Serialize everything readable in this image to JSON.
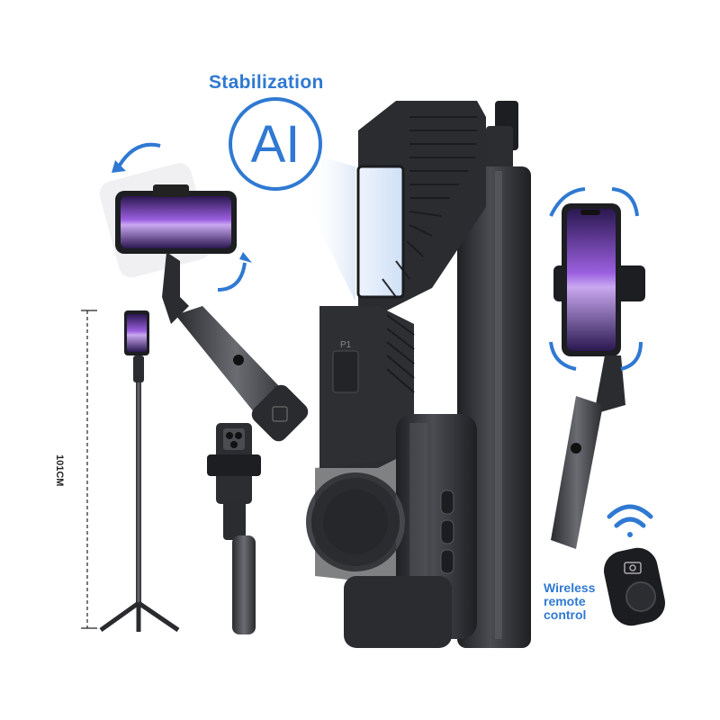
{
  "labels": {
    "stabilization": "Stabilization",
    "ai": "AI",
    "height": "101CM",
    "remote_line1": "Wireless",
    "remote_line2": "remote",
    "remote_line3": "control"
  },
  "colors": {
    "accent_blue": "#2f79d2",
    "body_dark": "#2a2b2e",
    "body_mid": "#3d3f44",
    "body_light": "#5a5c62",
    "screen_purple": "#8a4fc9"
  },
  "icons": [
    "rotate-arrow-icon",
    "wifi-icon",
    "camera-icon",
    "home-icon"
  ]
}
